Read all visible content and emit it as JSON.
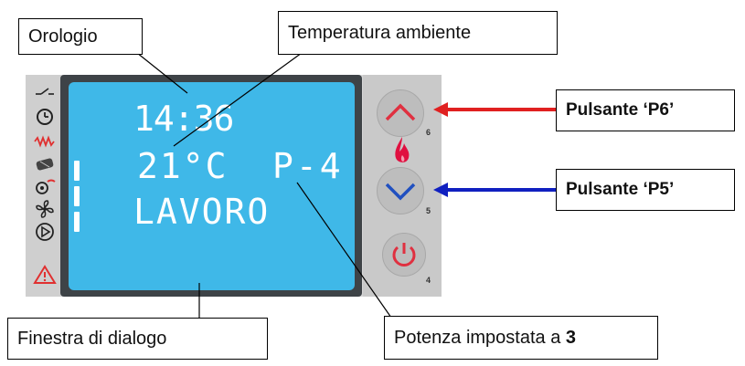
{
  "labels": {
    "clock": "Orologio",
    "ambient_temp": "Temperatura ambiente",
    "dialog_window": "Finestra di dialogo",
    "power_set_prefix": "Potenza impostata a ",
    "power_set_value": "3",
    "button_p6": "Pulsante ‘P6’",
    "button_p5": "Pulsante ‘P5’"
  },
  "lcd": {
    "time": "14:36",
    "temperature": "21°C",
    "power": "P-4",
    "status": "LAVORO"
  },
  "buttons": {
    "up_number": "6",
    "down_number": "5",
    "power_number": "4"
  },
  "icons": [
    "switch-icon",
    "clock-icon",
    "heating-icon",
    "pellet-icon",
    "fan-motor-icon",
    "fan-icon",
    "play-icon",
    "warning-icon"
  ],
  "colors": {
    "lcd_background": "#3fb8e8",
    "arrow_p6": "#e02020",
    "arrow_p5": "#1020c0",
    "warning": "#e03030"
  }
}
